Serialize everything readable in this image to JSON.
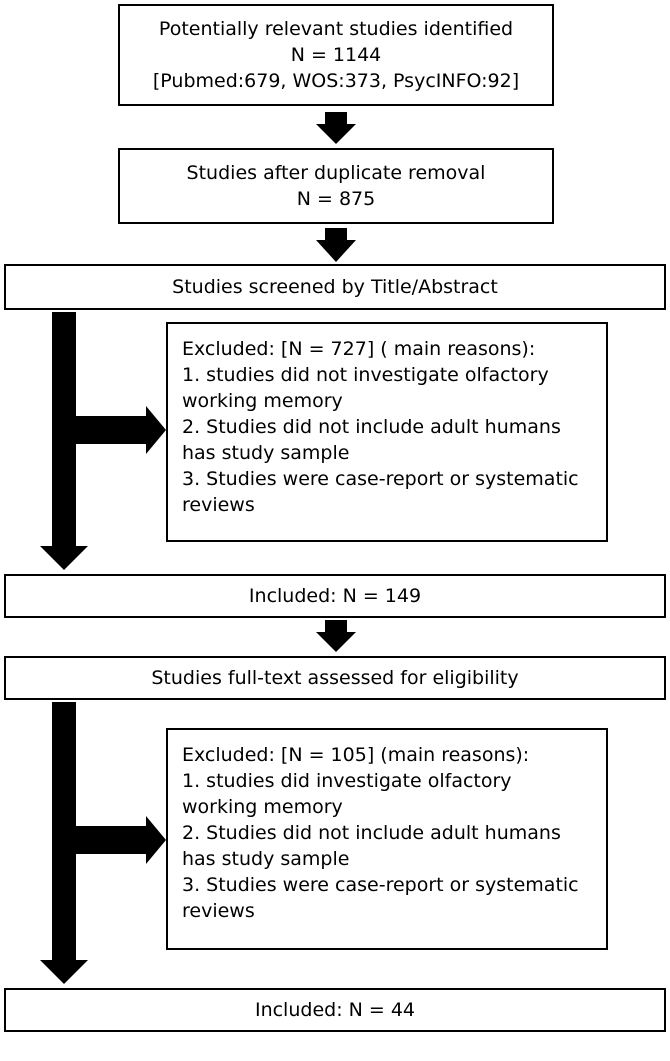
{
  "identified": {
    "title": "Potentially relevant studies identified",
    "count": "N = 1144",
    "sources": "[Pubmed:679, WOS:373, PsycINFO:92]"
  },
  "dedup": {
    "title": "Studies after duplicate removal",
    "count": "N = 875"
  },
  "screened": {
    "title": "Studies screened by Title/Abstract"
  },
  "excluded_1": {
    "header": "Excluded: [N = 727] ( main reasons):",
    "reasons": [
      "1. studies did not investigate olfactory working memory",
      "2. Studies did not include adult humans has study sample",
      "3. Studies were case-report or systematic reviews"
    ]
  },
  "included_1": {
    "label": "Included: N = 149"
  },
  "fulltext": {
    "title": "Studies full-text assessed for eligibility"
  },
  "excluded_2": {
    "header": "Excluded: [N = 105] (main reasons):",
    "reasons": [
      "1. studies did investigate olfactory working memory",
      "2. Studies did not include adult humans has study sample",
      "3. Studies were case-report or systematic reviews"
    ]
  },
  "included_2": {
    "label": "Included: N = 44"
  }
}
